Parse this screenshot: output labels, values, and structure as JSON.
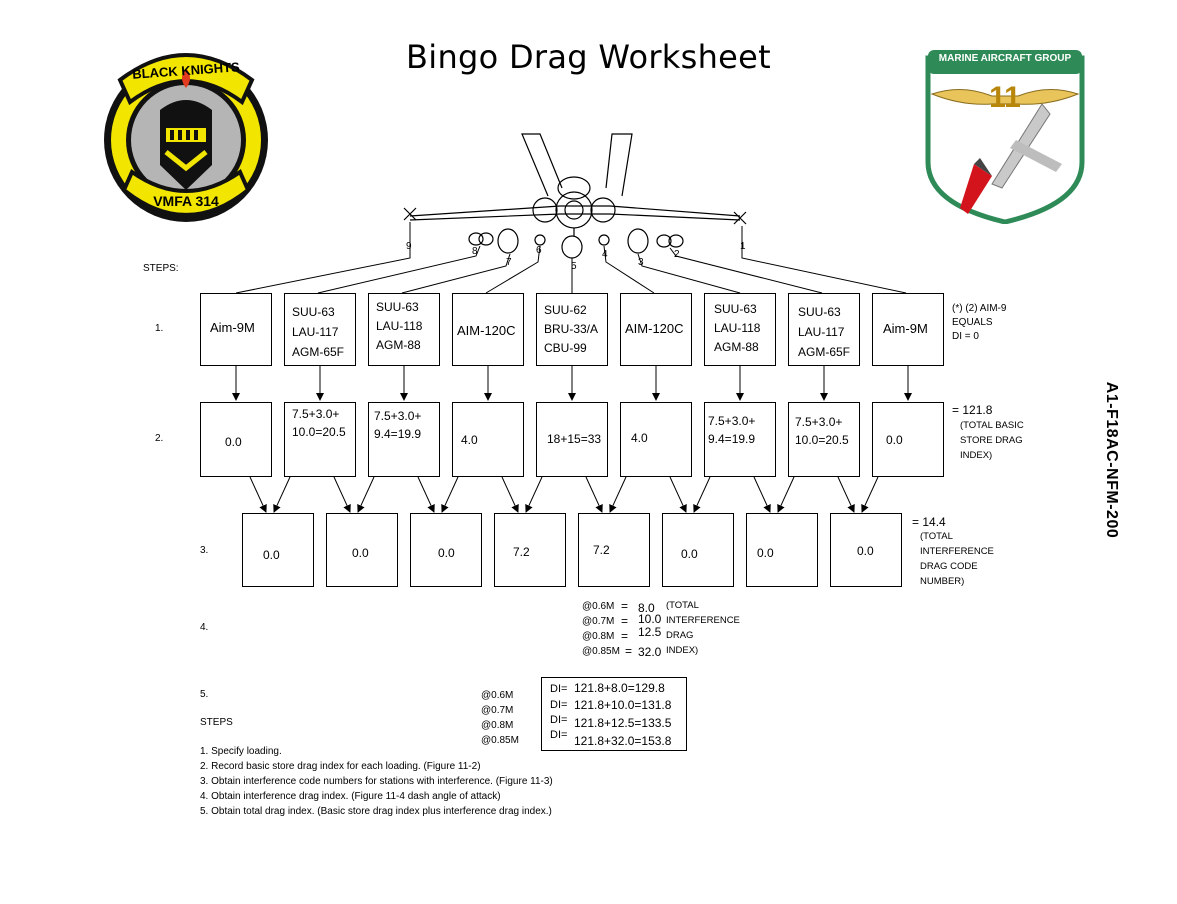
{
  "title": "Bingo Drag Worksheet",
  "logos": {
    "left": {
      "top_text": "BLACK KNIGHTS",
      "bottom_text": "VMFA 314",
      "icon": "knight-helmet-icon"
    },
    "right": {
      "top_text": "MARINE AIRCRAFT GROUP",
      "number": "11",
      "icon": "aircraft-missile-icon"
    }
  },
  "side_label": "A1-F18AC-NFM-200",
  "stations": [
    "9",
    "8",
    "7",
    "6",
    "5",
    "4",
    "3",
    "2",
    "1"
  ],
  "steps_label": "STEPS:",
  "step_numbers": [
    "1.",
    "2.",
    "3.",
    "4.",
    "5."
  ],
  "row1": [
    [
      "Aim-9M"
    ],
    [
      "SUU-63",
      "LAU-117",
      "AGM-65F"
    ],
    [
      "SUU-63",
      "LAU-118",
      "AGM-88"
    ],
    [
      "AIM-120C"
    ],
    [
      "SUU-62",
      "BRU-33/A",
      "CBU-99"
    ],
    [
      "AIM-120C"
    ],
    [
      "SUU-63",
      "LAU-118",
      "AGM-88"
    ],
    [
      "SUU-63",
      "LAU-117",
      "AGM-65F"
    ],
    [
      "Aim-9M"
    ]
  ],
  "row1_note": [
    "(*) (2) AIM-9",
    "EQUALS",
    "DI = 0"
  ],
  "row2": [
    [
      "0.0"
    ],
    [
      "7.5+3.0+",
      "10.0=20.5"
    ],
    [
      "7.5+3.0+",
      "9.4=19.9"
    ],
    [
      "4.0"
    ],
    [
      "18+15=33"
    ],
    [
      "4.0"
    ],
    [
      "7.5+3.0+",
      "9.4=19.9"
    ],
    [
      "7.5+3.0+",
      "10.0=20.5"
    ],
    [
      "0.0"
    ]
  ],
  "row2_total": "= 121.8",
  "row2_note": [
    "(TOTAL BASIC",
    "STORE DRAG",
    "INDEX)"
  ],
  "row3": [
    "0.0",
    "0.0",
    "0.0",
    "7.2",
    "7.2",
    "0.0",
    "0.0",
    "0.0"
  ],
  "row3_total": "= 14.4",
  "row3_note": [
    "(TOTAL",
    "INTERFERENCE",
    "DRAG CODE",
    "NUMBER)"
  ],
  "step4": {
    "rows": [
      {
        "mach": "@0.6M",
        "eq": "=",
        "value": "8.0"
      },
      {
        "mach": "@0.7M",
        "eq": "=",
        "value": "10.0"
      },
      {
        "mach": "@0.8M",
        "eq": "=",
        "value": "12.5"
      },
      {
        "mach": "@0.85M",
        "eq": "=",
        "value": "32.0"
      }
    ],
    "note": [
      "(TOTAL",
      "INTERFERENCE",
      "DRAG",
      "INDEX)"
    ]
  },
  "step5": {
    "mach": [
      "@0.6M",
      "@0.7M",
      "@0.8M",
      "@0.85M"
    ],
    "di_label": "DI=",
    "values": [
      "121.8+8.0=129.8",
      "121.8+10.0=131.8",
      "121.8+12.5=133.5",
      "121.8+32.0=153.8"
    ]
  },
  "instructions_title": "STEPS",
  "instructions": [
    "1. Specify loading.",
    "2. Record basic store drag index for each loading. (Figure 11-2)",
    "3. Obtain interference code numbers for stations with interference. (Figure 11-3)",
    "4. Obtain interference drag index. (Figure 11-4 dash angle of attack)",
    "5. Obtain total drag index. (Basic store drag index plus interference drag index.)"
  ],
  "colors": {
    "patch_yellow": "#f2e500",
    "patch_black": "#111111",
    "mag_green": "#2e8b57",
    "mag_red": "#d4141c"
  }
}
